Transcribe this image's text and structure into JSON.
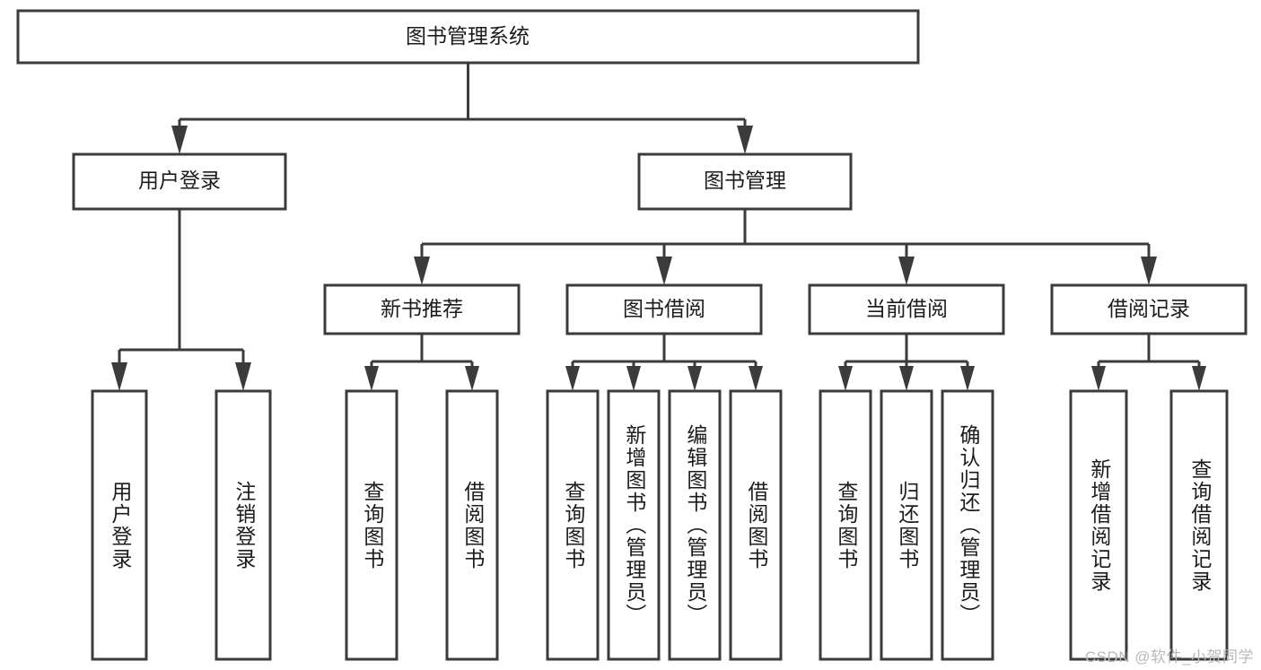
{
  "diagram": {
    "type": "tree-hierarchy",
    "title": "图书管理系统",
    "orientation": "top-down",
    "watermark": "CSDN @软件_小贺同学",
    "colors": {
      "box_stroke": "#3b3b3b",
      "box_fill": "#ffffff",
      "connector": "#3b3b3b",
      "text": "#1c1c1c",
      "watermark": "#b9b9b9",
      "background": "#ffffff"
    },
    "levels": [
      {
        "level": 1,
        "nodes": [
          {
            "id": "root",
            "label": "图书管理系统",
            "orientation": "horizontal"
          }
        ]
      },
      {
        "level": 2,
        "nodes": [
          {
            "id": "login",
            "label": "用户登录",
            "orientation": "horizontal",
            "parent": "root"
          },
          {
            "id": "bookmgmt",
            "label": "图书管理",
            "orientation": "horizontal",
            "parent": "root"
          }
        ]
      },
      {
        "level": 3,
        "nodes": [
          {
            "id": "newbook",
            "label": "新书推荐",
            "orientation": "horizontal",
            "parent": "bookmgmt"
          },
          {
            "id": "borrow",
            "label": "图书借阅",
            "orientation": "horizontal",
            "parent": "bookmgmt"
          },
          {
            "id": "current",
            "label": "当前借阅",
            "orientation": "horizontal",
            "parent": "bookmgmt"
          },
          {
            "id": "records",
            "label": "借阅记录",
            "orientation": "horizontal",
            "parent": "bookmgmt"
          }
        ]
      },
      {
        "level": 4,
        "nodes": [
          {
            "id": "leaf-1",
            "label": "用户登录",
            "orientation": "vertical",
            "parent": "login"
          },
          {
            "id": "leaf-2",
            "label": "注销登录",
            "orientation": "vertical",
            "parent": "login"
          },
          {
            "id": "leaf-3",
            "label": "查询图书",
            "orientation": "vertical",
            "parent": "newbook"
          },
          {
            "id": "leaf-4",
            "label": "借阅图书",
            "orientation": "vertical",
            "parent": "newbook"
          },
          {
            "id": "leaf-5",
            "label": "查询图书",
            "orientation": "vertical",
            "parent": "borrow"
          },
          {
            "id": "leaf-6",
            "label": "新增图书（管理员）",
            "orientation": "vertical",
            "parent": "borrow"
          },
          {
            "id": "leaf-7",
            "label": "编辑图书（管理员）",
            "orientation": "vertical",
            "parent": "borrow"
          },
          {
            "id": "leaf-8",
            "label": "借阅图书",
            "orientation": "vertical",
            "parent": "borrow"
          },
          {
            "id": "leaf-9",
            "label": "查询图书",
            "orientation": "vertical",
            "parent": "current"
          },
          {
            "id": "leaf-10",
            "label": "归还图书",
            "orientation": "vertical",
            "parent": "current"
          },
          {
            "id": "leaf-11",
            "label": "确认归还（管理员）",
            "orientation": "vertical",
            "parent": "current"
          },
          {
            "id": "leaf-12",
            "label": "新增借阅记录",
            "orientation": "vertical",
            "parent": "records"
          },
          {
            "id": "leaf-13",
            "label": "查询借阅记录",
            "orientation": "vertical",
            "parent": "records"
          }
        ]
      }
    ]
  }
}
